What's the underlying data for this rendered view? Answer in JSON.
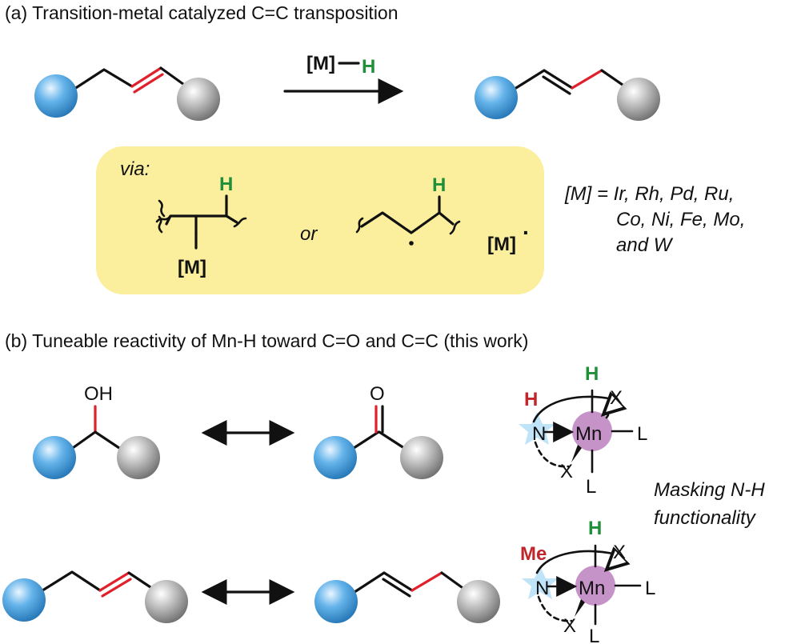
{
  "colors": {
    "accent_red": "#d9252b",
    "hydride_green": "#1f8f3a",
    "sphere_blue": "#3e97d6",
    "sphere_gray": "#9a9a9a",
    "mn_purple": "#c693c8",
    "panel_yellow": "#fbef9d",
    "star_blue": "#bfe3f7"
  },
  "panel_a": {
    "title": "(a) Transition-metal catalyzed C=C transposition",
    "reagent_metal": "[M]",
    "reagent_h": "H",
    "via_label": "via:",
    "h_label": "H",
    "m_label": "[M]",
    "or_label": "or",
    "m_radical_label": "[M]",
    "radical_dot": "·",
    "metal_list": [
      "[M] = Ir, Rh, Pd, Ru,",
      "Co, Ni, Fe, Mo,",
      "and W"
    ]
  },
  "panel_b": {
    "title": "(b) Tuneable reactivity of Mn-H toward C=O and C=C (this work)",
    "oh_label": "OH",
    "o_label": "O",
    "complex1": {
      "nh_label": "H",
      "n_label": "N",
      "mn_label": "Mn",
      "h_label": "H",
      "x_top": "X",
      "x_bottom": "X",
      "l_right": "L",
      "l_bottom": "L"
    },
    "complex2": {
      "nme_label": "Me",
      "n_label": "N",
      "mn_label": "Mn",
      "h_label": "H",
      "x_top": "X",
      "x_bottom": "X",
      "l_right": "L",
      "l_bottom": "L"
    },
    "masking_line1": "Masking N-H",
    "masking_line2": "functionality"
  },
  "icons": [
    "double-headed-arrow-icon",
    "reaction-arrow-icon",
    "dative-arrow-icon",
    "sphere-icon",
    "star-icon"
  ]
}
